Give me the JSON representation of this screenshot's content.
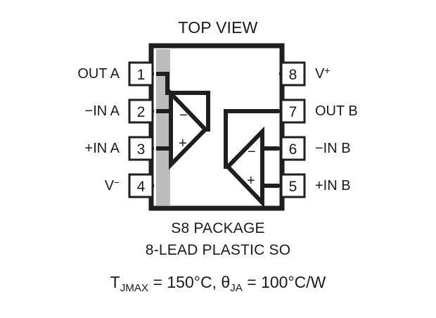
{
  "diagram": {
    "title": "TOP VIEW",
    "package_lines": [
      "S8 PACKAGE",
      "8-LEAD PLASTIC SO"
    ],
    "thermal": {
      "tj_symbol": "T",
      "tj_sub": "JMAX",
      "tj_value": " = 150°C, ",
      "theta_symbol": "θ",
      "theta_sub": "JA",
      "theta_value": " = 100°C/W",
      "full_text": "TJMAX = 150°C, θJA = 100°C/W"
    },
    "colors": {
      "ink": "#1a1a1a",
      "shade": "#bcbcbc",
      "background": "#ffffff"
    },
    "pins_left": [
      {
        "number": "1",
        "label": "OUT A",
        "sup": ""
      },
      {
        "number": "2",
        "label": "−IN A",
        "sup": ""
      },
      {
        "number": "3",
        "label": "+IN A",
        "sup": ""
      },
      {
        "number": "4",
        "label": "V",
        "sup": "−"
      }
    ],
    "pins_right": [
      {
        "number": "8",
        "label": "V",
        "sup": "+"
      },
      {
        "number": "7",
        "label": "OUT B",
        "sup": ""
      },
      {
        "number": "6",
        "label": "−IN B",
        "sup": ""
      },
      {
        "number": "5",
        "label": "+IN B",
        "sup": ""
      }
    ],
    "amplifiers": [
      {
        "id": "A",
        "orientation": "points-right",
        "inverting": "−",
        "noninverting": "+"
      },
      {
        "id": "B",
        "orientation": "points-left",
        "inverting": "−",
        "noninverting": "+"
      }
    ]
  }
}
